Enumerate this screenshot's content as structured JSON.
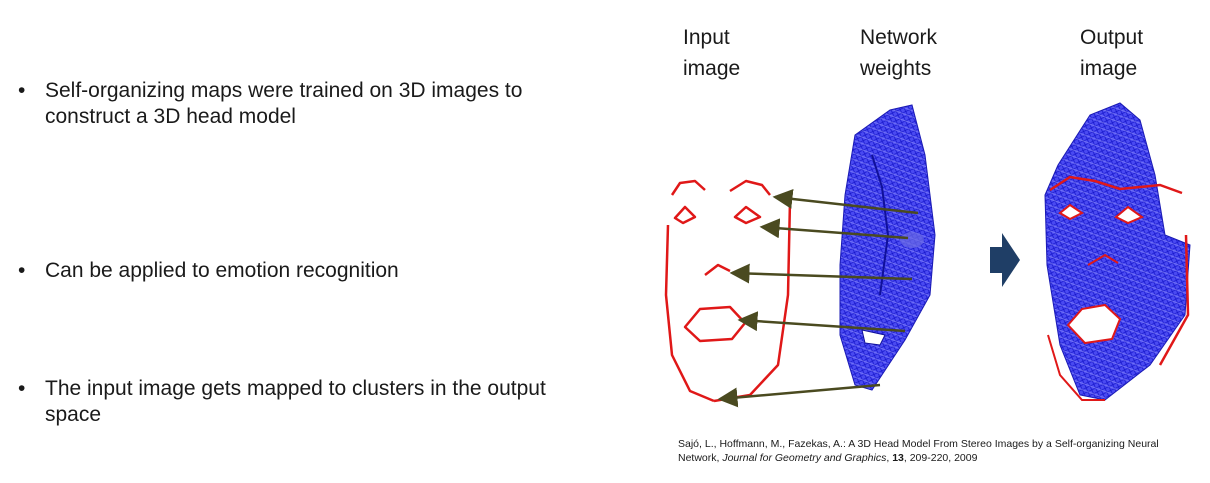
{
  "bullets": [
    {
      "text": "Self-organizing maps were trained on 3D images to construct a 3D head model"
    },
    {
      "text": "Can be applied to emotion recognition"
    },
    {
      "text": "The input image gets mapped to clusters in the output space"
    }
  ],
  "figure": {
    "labels": {
      "input": "Input\nimage",
      "network": "Network\nweights",
      "output": "Output\nimage"
    },
    "colors": {
      "mesh": "#2525ee",
      "features": "#e01818",
      "arrow_line": "#4a4a20",
      "big_arrow": "#1f3e66"
    }
  },
  "citation": {
    "authors": "Sajó, L., Hoffmann, M., Fazekas, A.: A 3D Head Model From Stereo Images by a Self-organizing Neural Network, ",
    "journal": "Journal for Geometry and Graphics",
    "sep": ", ",
    "volume": "13",
    "pages": ", 209-220, 2009"
  }
}
